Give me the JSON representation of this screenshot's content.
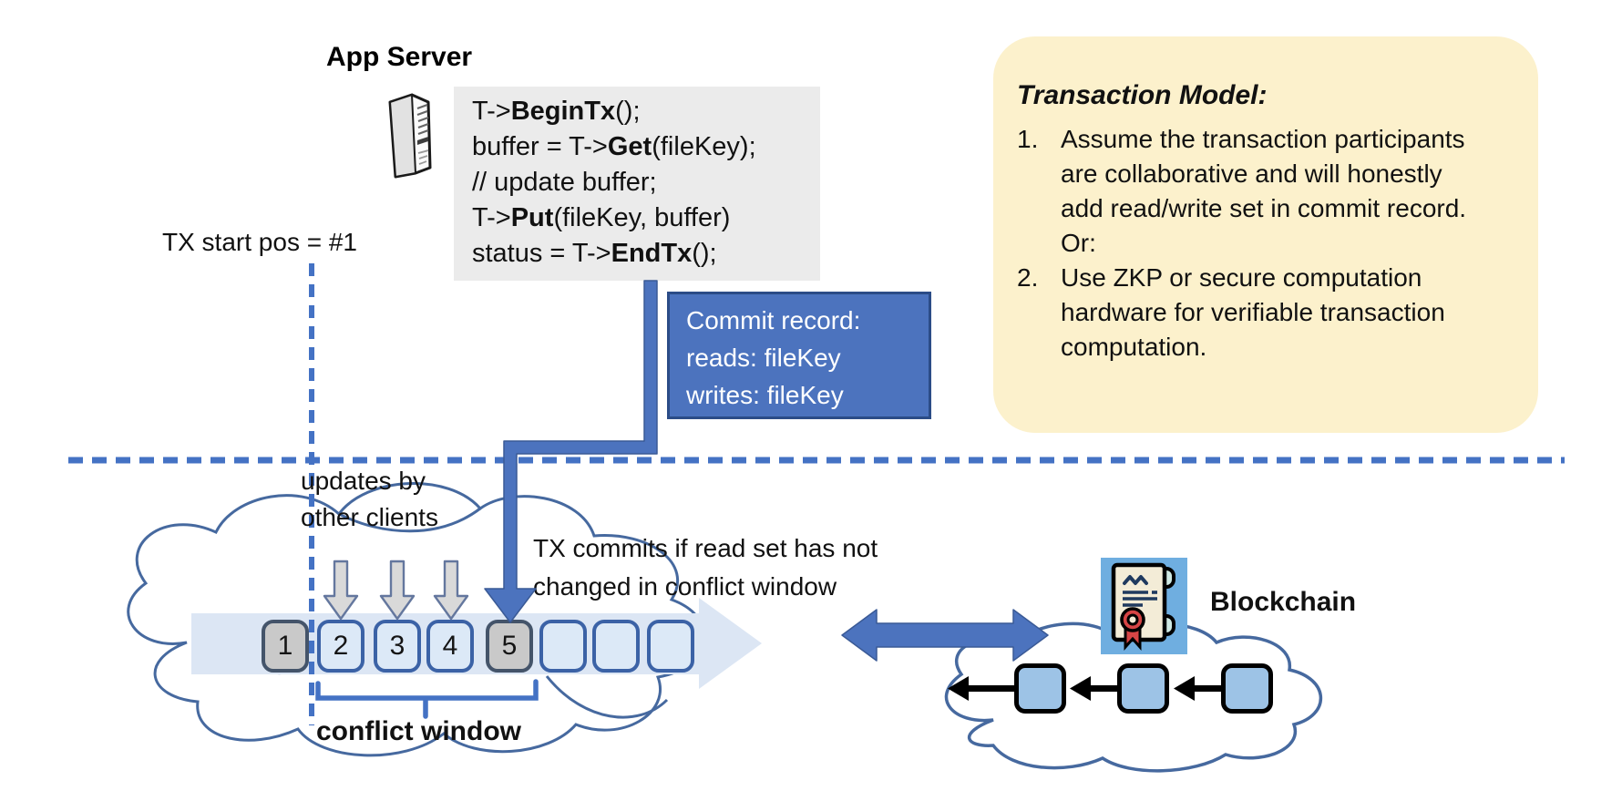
{
  "colors": {
    "accent_blue": "#4472C4",
    "connector_blue": "#4C73BE",
    "commit_border": "#2B4C87",
    "band_light_blue": "#DCE6F4",
    "block_light_fill": "#DCE9F7",
    "block_light_border": "#3B62A6",
    "block_gray_fill": "#C9C9C9",
    "block_gray_border": "#44546A",
    "note_yellow": "#FCF1CC",
    "code_bg": "#EBEBEB",
    "cloud_stroke": "#46699F",
    "chain_block_fill": "#9DC3E6"
  },
  "app_server": {
    "title": "App Server"
  },
  "code_box": {
    "lines": [
      [
        {
          "t": "T->"
        },
        {
          "t": "BeginTx",
          "b": true
        },
        {
          "t": "();"
        }
      ],
      [
        {
          "t": "buffer = T->"
        },
        {
          "t": "Get",
          "b": true
        },
        {
          "t": "(fileKey);"
        }
      ],
      [
        {
          "t": "// update buffer;"
        }
      ],
      [
        {
          "t": "T->"
        },
        {
          "t": "Put",
          "b": true
        },
        {
          "t": "(fileKey, buffer)"
        }
      ],
      [
        {
          "t": "status = T->"
        },
        {
          "t": "EndTx",
          "b": true
        },
        {
          "t": "();"
        }
      ]
    ]
  },
  "commit_record": {
    "lines": [
      "Commit record:",
      "reads: fileKey",
      "writes: fileKey"
    ]
  },
  "transaction_model": {
    "title": "Transaction Model:",
    "items": [
      {
        "num": "1.",
        "text": "Assume the transaction participants are collaborative and will honestly add read/write set in commit record.  Or:"
      },
      {
        "num": "2.",
        "text": "Use ZKP or secure computation hardware for verifiable transaction computation."
      }
    ]
  },
  "labels": {
    "tx_start": "TX start pos = #1",
    "updates_by": "updates by\nother clients",
    "tx_commits": "TX commits if read set has not\nchanged in conflict window",
    "conflict_window": "conflict window",
    "blockchain": "Blockchain"
  },
  "timeline": {
    "blocks": [
      {
        "label": "1",
        "variant": "gray"
      },
      {
        "label": "2",
        "variant": "light"
      },
      {
        "label": "3",
        "variant": "light"
      },
      {
        "label": "4",
        "variant": "light"
      },
      {
        "label": "5",
        "variant": "gray"
      },
      {
        "label": "",
        "variant": "light"
      },
      {
        "label": "",
        "variant": "light"
      },
      {
        "label": "",
        "variant": "light"
      }
    ]
  },
  "blockchain": {
    "block_count": 3
  },
  "icons": {
    "server": "server-tower-icon",
    "certificate": "certificate-scroll-icon"
  }
}
